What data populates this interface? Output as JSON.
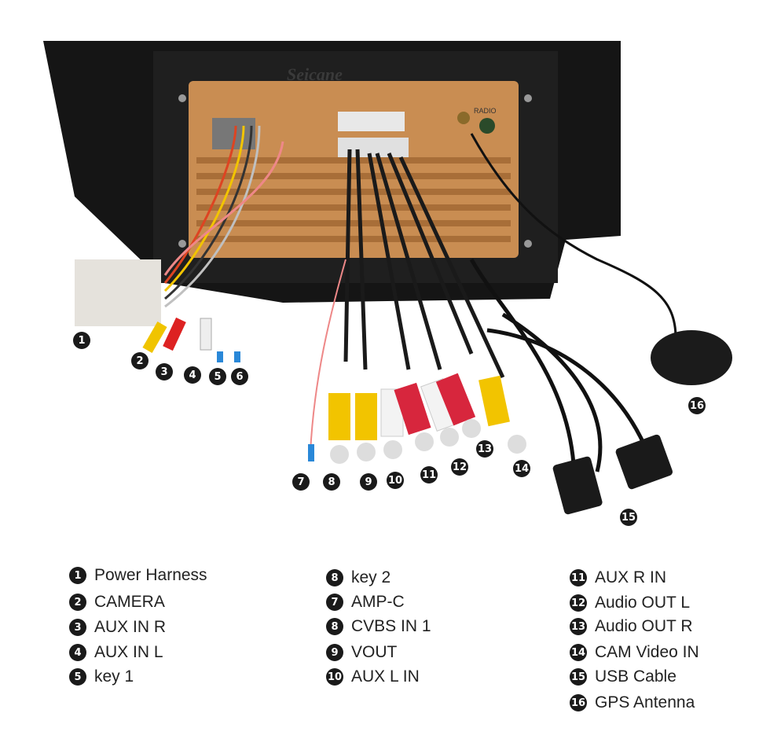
{
  "photo": {
    "brand_watermark": "Seicane",
    "radio_label": "RADIO"
  },
  "callouts": [
    "1",
    "2",
    "3",
    "4",
    "5",
    "6",
    "7",
    "8",
    "9",
    "10",
    "11",
    "12",
    "13",
    "14",
    "15",
    "16"
  ],
  "legend": {
    "col1": [
      {
        "num": "1",
        "label": "Power Harness"
      },
      {
        "num": "2",
        "label": "CAMERA"
      },
      {
        "num": "3",
        "label": "AUX IN R"
      },
      {
        "num": "4",
        "label": "AUX IN L"
      },
      {
        "num": "5",
        "label": "key 1"
      }
    ],
    "col2": [
      {
        "num": "8",
        "label": "key 2"
      },
      {
        "num": "7",
        "label": "AMP-C"
      },
      {
        "num": "8",
        "label": "CVBS IN 1"
      },
      {
        "num": "9",
        "label": "VOUT"
      },
      {
        "num": "10",
        "label": "AUX L IN"
      }
    ],
    "col3": [
      {
        "num": "11",
        "label": "AUX R IN"
      },
      {
        "num": "12",
        "label": "Audio OUT L"
      },
      {
        "num": "13",
        "label": "Audio OUT R"
      },
      {
        "num": "14",
        "label": "CAM Video IN"
      },
      {
        "num": "15",
        "label": "USB Cable"
      },
      {
        "num": "16",
        "label": "GPS Antenna"
      }
    ]
  }
}
